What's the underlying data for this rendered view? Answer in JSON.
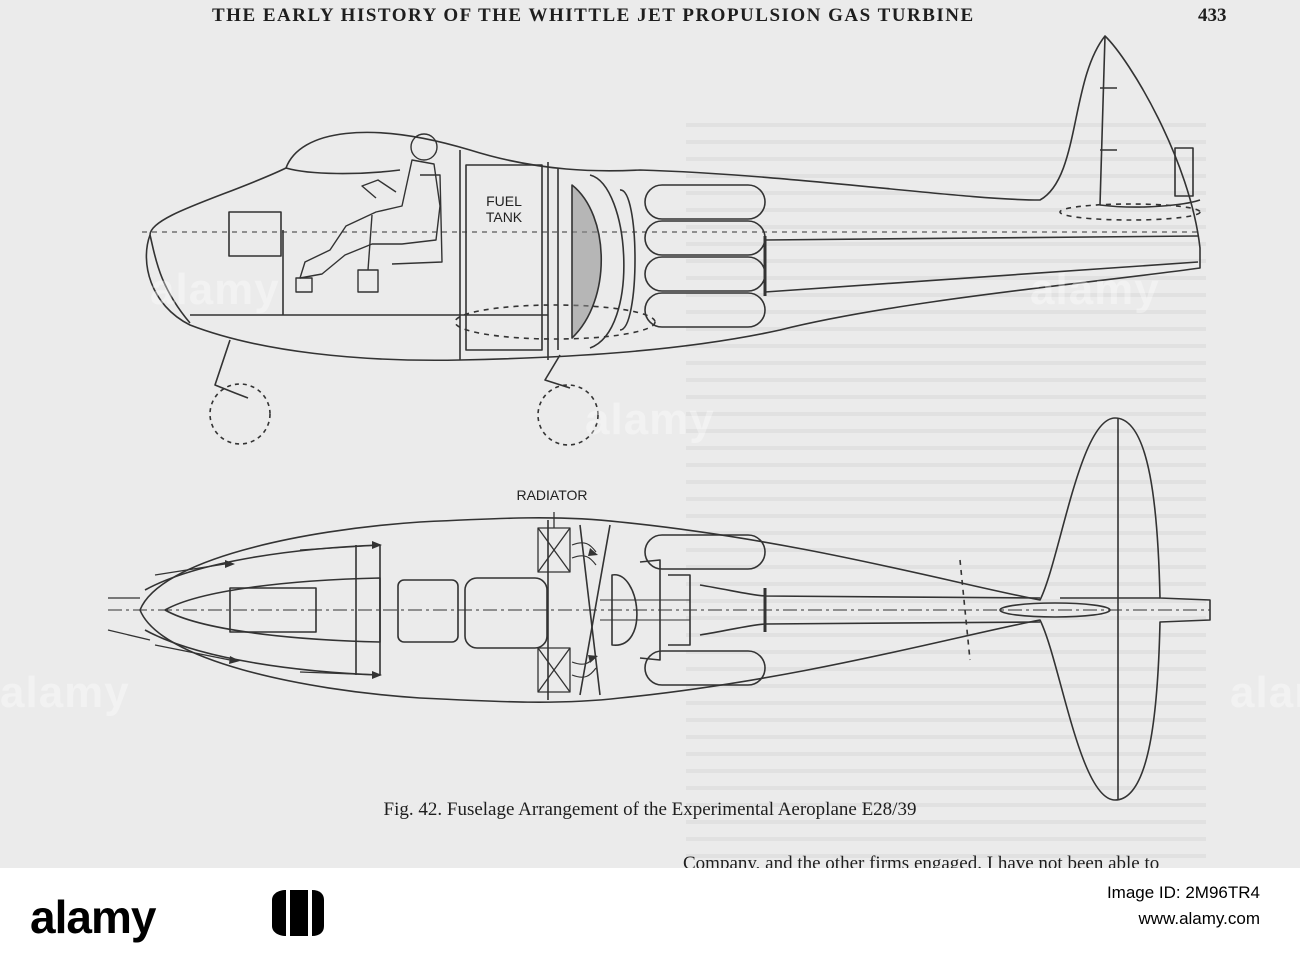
{
  "page": {
    "header": "THE EARLY HISTORY OF THE WHITTLE JET PROPULSION GAS TURBINE",
    "page_number": "433"
  },
  "figure": {
    "labels": {
      "fuel_tank_line1": "FUEL",
      "fuel_tank_line2": "TANK",
      "radiator": "RADIATOR"
    },
    "caption": "Fig. 42. Fuselage Arrangement of the Experimental Aeroplane E28/39"
  },
  "footer_text": "Company, and the other firms engaged. I have not been able to",
  "watermark": {
    "text": "alamy",
    "brand_logo": "alamy",
    "image_id_label": "Image ID: 2M96TR4",
    "site": "www.alamy.com"
  }
}
